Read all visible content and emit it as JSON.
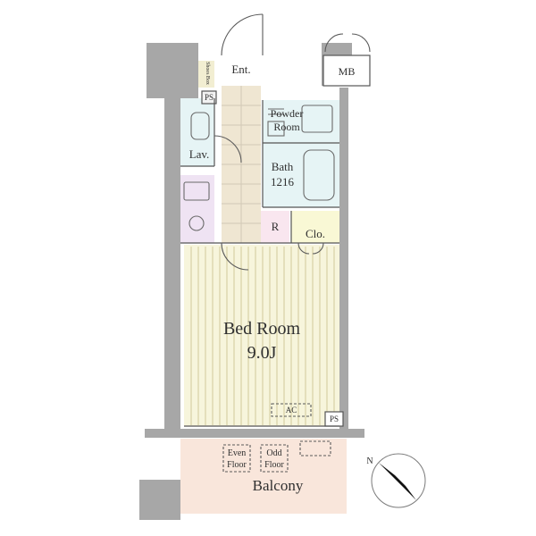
{
  "labels": {
    "shoes_box": "Shoes Box",
    "ps_top": "PS",
    "ent": "Ent.",
    "mb": "MB",
    "powder_room": [
      "Powder",
      "Room"
    ],
    "lav": "Lav.",
    "bath": [
      "Bath",
      "1216"
    ],
    "r": "R",
    "clo": "Clo.",
    "bed_room": [
      "Bed Room",
      "9.0J"
    ],
    "ac": "AC",
    "ps_bottom": "PS",
    "even_floor": [
      "Even",
      "Floor"
    ],
    "odd_floor": [
      "Odd",
      "Floor"
    ],
    "balcony": "Balcony",
    "north": "N"
  },
  "colors": {
    "wall": "#a7a7a7",
    "floor_wood": "#f7f5dc",
    "floor_tile": "#efe6d2",
    "wet_room": "#e6f4f5",
    "closet": "#f9f8d5",
    "balcony": "#f9e6db",
    "r_box": "#f9e6ef",
    "kitchen": "#efe3f3",
    "line": "#555555",
    "text": "#2f2f2f"
  }
}
